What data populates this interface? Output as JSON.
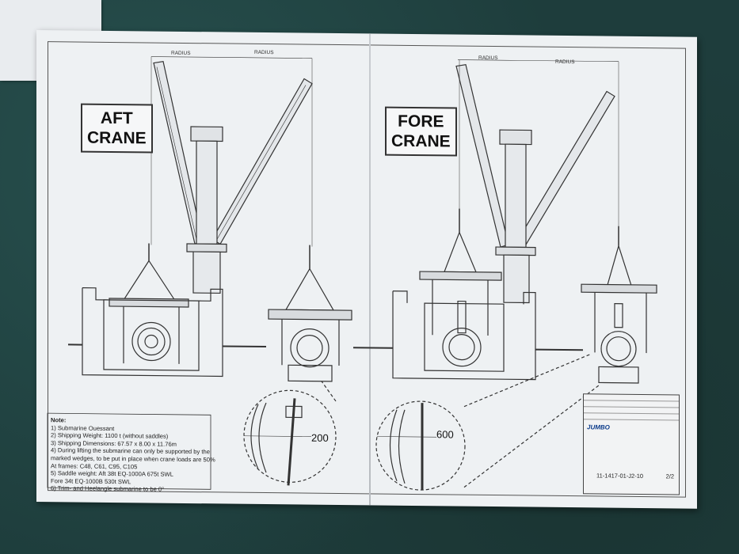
{
  "labels": {
    "aft_crane": [
      "AFT",
      "CRANE"
    ],
    "fore_crane": [
      "FORE",
      "CRANE"
    ]
  },
  "radius": {
    "aft_left": "RADIUS",
    "aft_right": "RADIUS",
    "fore_left": "RADIUS",
    "fore_right": "RADIUS"
  },
  "details": {
    "left_value": "200",
    "right_value": "600"
  },
  "note": {
    "title": "Note:",
    "lines": [
      "1) Submarine Ouessant",
      "2) Shipping Weight:            1100 t (without saddles)",
      "3) Shipping Dimensions:    67.57 x 8.00 x 11.76m",
      "4) During lifting the submarine can only be supported by the",
      "    marked wedges, to be put in place when crane loads are 50%",
      "              At frames:   C48, C61, C95, C105",
      "5) Saddle weight:    Aft    38t    EQ-1000A        675t SWL",
      "                             Fore  34t    EQ-1000B        530t SWL",
      "6) Trim- and Heelangle submarine to be 0°"
    ]
  },
  "title_block": {
    "logo": "JUMBO",
    "drawing_number": "11-1417-01-J2-10",
    "sheet": "2/2"
  },
  "colors": {
    "background": "#1e3d3c",
    "paper": "#eef1f3",
    "ink": "#333333",
    "logo": "#0a3a8a"
  }
}
